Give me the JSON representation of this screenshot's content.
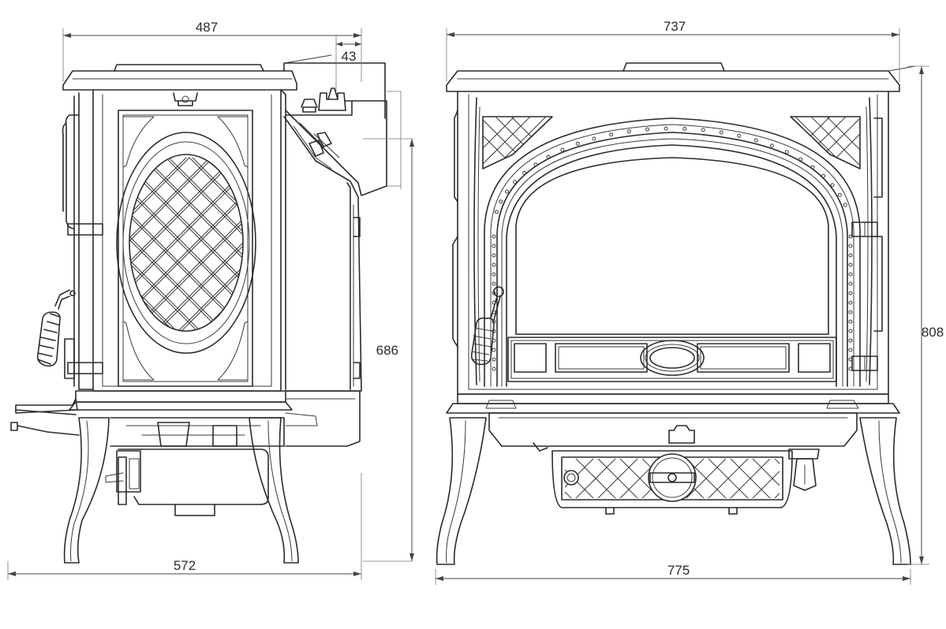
{
  "dimensions": {
    "side_top_width": "487",
    "side_flue_offset": "43",
    "side_flue_height": "686",
    "side_base_depth": "572",
    "front_top_width": "737",
    "front_height": "808",
    "front_base_width": "775"
  }
}
